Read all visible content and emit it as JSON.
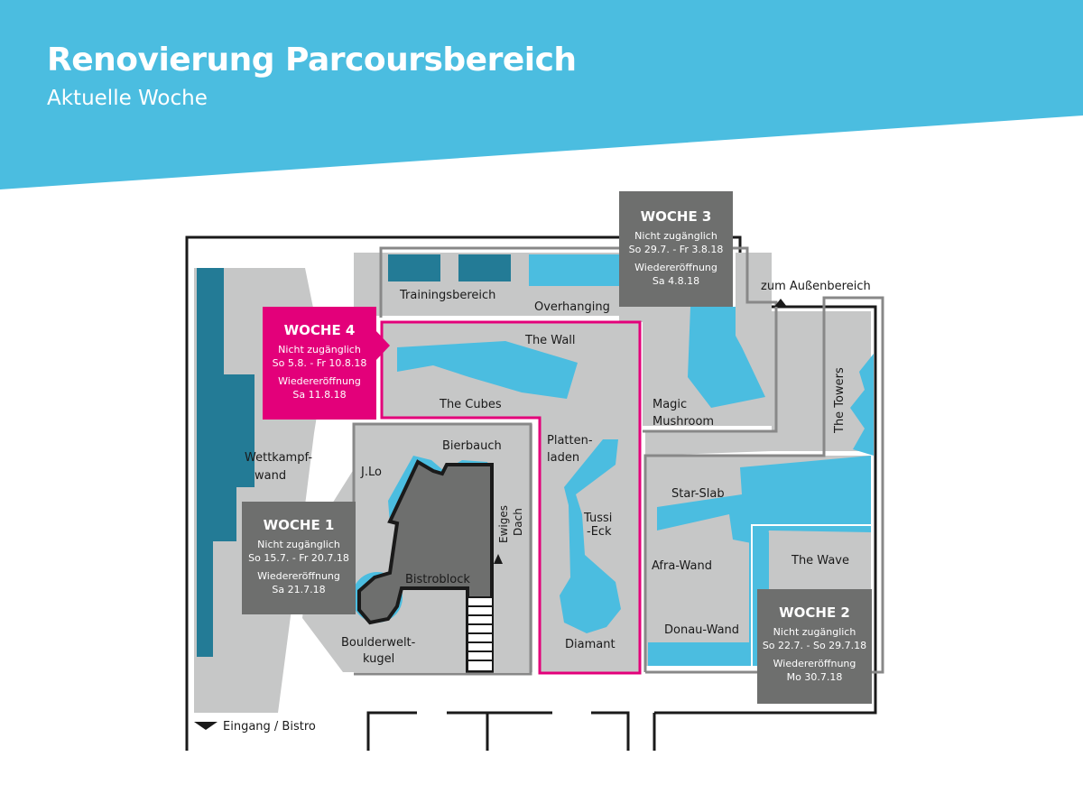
{
  "header": {
    "title": "Renovierung Parcoursbereich",
    "subtitle": "Aktuelle Woche"
  },
  "colors": {
    "banner": "#4bbde0",
    "area": "#c6c7c7",
    "wall_light": "#4bbde0",
    "wall_dark": "#237b96",
    "block": "#6e6f6e",
    "week4_accent": "#e3007a",
    "outline": "#1a1a1a"
  },
  "areas": {
    "trainingsbereich": "Trainingsbereich",
    "overhanging": "Overhanging",
    "the_wall": "The Wall",
    "the_cubes": "The Cubes",
    "magic": "Magic",
    "mushroom": "Mushroom",
    "the_towers": "The Towers",
    "wettkampf_1": "Wettkampf-",
    "wettkampf_2": "wand",
    "jlo": "J.Lo",
    "bierbauch": "Bierbauch",
    "platten_1": "Platten-",
    "platten_2": "laden",
    "ewiges_1": "Ewiges",
    "ewiges_2": "Dach",
    "tussi_1": "Tussi",
    "tussi_2": "-Eck",
    "bistroblock": "Bistroblock",
    "boulderwelt_1": "Boulderwelt-",
    "boulderwelt_2": "kugel",
    "diamant": "Diamant",
    "star_slab": "Star-Slab",
    "afra_wand": "Afra-Wand",
    "the_wave": "The Wave",
    "donau_wand": "Donau-Wand",
    "aussenbereich": "zum Außenbereich",
    "eingang": "Eingang / Bistro"
  },
  "weeks": {
    "w1": {
      "title": "WOCHE 1",
      "closed_label": "Nicht zugänglich",
      "closed_dates": "So 15.7. - Fr 20.7.18",
      "reopen_label": "Wiedereröffnung",
      "reopen_date": "Sa 21.7.18"
    },
    "w2": {
      "title": "WOCHE 2",
      "closed_label": "Nicht zugänglich",
      "closed_dates": "So 22.7. - So 29.7.18",
      "reopen_label": "Wiedereröffnung",
      "reopen_date": "Mo 30.7.18"
    },
    "w3": {
      "title": "WOCHE 3",
      "closed_label": "Nicht zugänglich",
      "closed_dates": "So 29.7. - Fr 3.8.18",
      "reopen_label": "Wiedereröffnung",
      "reopen_date": "Sa 4.8.18"
    },
    "w4": {
      "title": "WOCHE 4",
      "closed_label": "Nicht zugänglich",
      "closed_dates": "So 5.8. - Fr 10.8.18",
      "reopen_label": "Wiedereröffnung",
      "reopen_date": "Sa 11.8.18"
    }
  }
}
